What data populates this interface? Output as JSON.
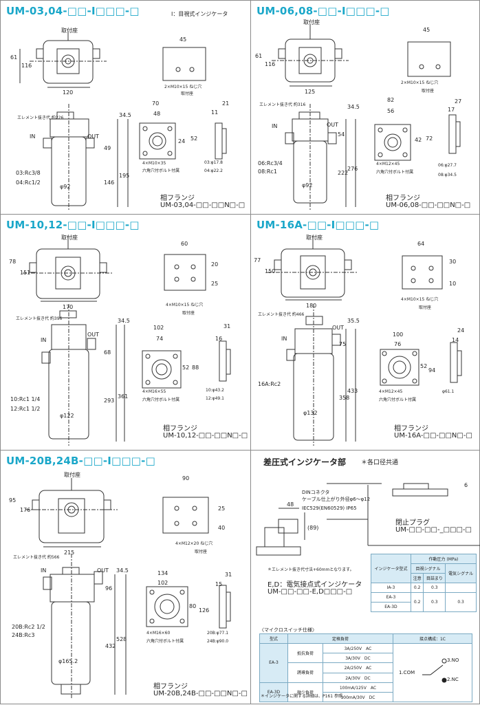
{
  "indicator_note": "I：目視式インジケータ",
  "panels": [
    {
      "title": "UM-03,04-□□-I□□□-□",
      "flange_label": "相フランジ",
      "flange_model": "UM-03,04-□□-□□N□-□",
      "dims": {
        "top_w": "120",
        "top_h1": "61",
        "top_h2": "116",
        "flange_w": "45",
        "bolt": "2×M10×15 ねじ穴",
        "mount": "取付座",
        "f_w1": "70",
        "f_w2": "48",
        "f_h1": "24",
        "f_h2": "52",
        "f_d1": "21",
        "f_d2": "11",
        "bolt2": "4×M10×35",
        "bolt2_note": "六角穴付ボルト付属",
        "h1": "34.5",
        "h2": "49",
        "h3": "195",
        "h4": "146",
        "dia": "φ92",
        "pipe1": "03:Rc3/8",
        "pipe2": "04:Rc1/2",
        "bore1": "03:φ17.8",
        "bore2": "04:φ22.2",
        "elem": "エレメント抜き代 約226",
        "in": "IN",
        "out": "OUT"
      }
    },
    {
      "title": "UM-06,08-□□-I□□□-□",
      "flange_label": "相フランジ",
      "flange_model": "UM-06,08-□□-□□N□-□",
      "dims": {
        "top_w": "125",
        "top_h1": "61",
        "top_h2": "116",
        "flange_w": "45",
        "bolt": "2×M10×15 ねじ穴",
        "mount": "取付座",
        "f_w1": "82",
        "f_w2": "56",
        "f_h1": "42",
        "f_h2": "72",
        "f_d1": "27",
        "f_d2": "17",
        "bolt2": "4×M12×45",
        "bolt2_note": "六角穴付ボルト付属",
        "h1": "34.5",
        "h2": "54",
        "h3": "276",
        "h4": "222",
        "dia": "φ92",
        "pipe1": "06:Rc3/4",
        "pipe2": "08:Rc1",
        "bore1": "06:φ27.7",
        "bore2": "08:φ34.5",
        "elem": "エレメント抜き代 約316",
        "in": "IN",
        "out": "OUT"
      }
    },
    {
      "title": "UM-10,12-□□-I□□□-□",
      "flange_label": "相フランジ",
      "flange_model": "UM-10,12-□□-□□N□-□",
      "dims": {
        "top_w": "170",
        "top_h1": "78",
        "top_h2": "151",
        "flange_w": "60",
        "fh1": "20",
        "fh2": "25",
        "bolt": "4×M10×15 ねじ穴",
        "mount": "取付座",
        "f_w1": "102",
        "f_w2": "74",
        "f_h1": "52",
        "f_h2": "88",
        "f_d1": "31",
        "f_d2": "16",
        "bolt2": "4×M16×55",
        "bolt2_note": "六角穴付ボルト付属",
        "h1": "34.5",
        "h2": "68",
        "h3": "361",
        "h4": "293",
        "dia": "φ122",
        "pipe1": "10:Rc1 1/4",
        "pipe2": "12:Rc1 1/2",
        "bore1": "10:φ43.2",
        "bore2": "12:φ49.1",
        "elem": "エレメント抜き代 約396",
        "in": "IN",
        "out": "OUT"
      }
    },
    {
      "title": "UM-16A-□□-I□□□-□",
      "flange_label": "相フランジ",
      "flange_model": "UM-16A-□□-□□N□-□",
      "dims": {
        "top_w": "180",
        "top_h1": "77",
        "top_h2": "150",
        "flange_w": "64",
        "fh1": "30",
        "fh2": "10",
        "bolt": "4×M10×15 ねじ穴",
        "mount": "取付座",
        "f_w1": "100",
        "f_w2": "76",
        "f_h1": "52",
        "f_h2": "94",
        "f_d1": "24",
        "f_d2": "14",
        "bolt2": "4×M12×45",
        "bolt2_note": "六角穴付ボルト付属",
        "h1": "35.5",
        "h2": "75",
        "h3": "433",
        "h4": "358",
        "dia": "φ132",
        "pipe1": "16A:Rc2",
        "bore1": "φ61.1",
        "elem": "エレメント抜き代 約466",
        "in": "IN",
        "out": "OUT"
      }
    },
    {
      "title": "UM-20B,24B-□□-I□□□-□",
      "flange_label": "相フランジ",
      "flange_model": "UM-20B,24B-□□-□□N□-□",
      "dims": {
        "top_w": "215",
        "top_h1": "95",
        "top_h2": "176",
        "flange_w": "90",
        "fh1": "25",
        "fh2": "40",
        "bolt": "4×M12×20 ねじ穴",
        "mount": "取付座",
        "f_w1": "134",
        "f_w2": "102",
        "f_h1": "80",
        "f_h2": "126",
        "f_d1": "31",
        "f_d2": "15",
        "bolt2": "4×M16×60",
        "bolt2_note": "六角穴付ボルト付属",
        "h1": "34.5",
        "h2": "96",
        "h3": "528",
        "h4": "432",
        "dia": "φ165.2",
        "pipe1": "20B:Rc2 1/2",
        "pipe2": "24B:Rc3",
        "bore1": "20B:φ77.1",
        "bore2": "24B:φ90.0",
        "elem": "エレメント抜き代 約566",
        "in": "IN",
        "out": "OUT"
      }
    }
  ],
  "diff": {
    "title": "差圧式インジケータ部",
    "common": "＊各口径共通",
    "din1": "DINコネクタ",
    "din2": "ケーブル仕上がり外径φ6～φ12",
    "din3": "IEC529(EN60529) IP65",
    "d48": "48",
    "d89": "(89)",
    "note_elem": "＊エレメント抜き代寸法+60mmとなります。",
    "ed_title": "E,D：電気接点式インジケータ",
    "ed_model": "UM-□□-□□-E,D□□□-□",
    "plug_title": "閉止プラグ",
    "plug_model": "UM-□□-□□-_□□□-□",
    "d6": "6"
  },
  "pressure_table": {
    "h_type": "インジケータ型式",
    "h_pressure": "作動圧力 (MPa)",
    "h_visual": "目視シグナル",
    "h_elec": "電気シグナル",
    "h_caution": "注意",
    "h_clog": "目詰まり",
    "rows": [
      {
        "type": "IA-3",
        "caution": "0.2",
        "clog": "0.3",
        "elec": ""
      },
      {
        "type": "EA-3",
        "caution": "0.2",
        "clog": "0.3",
        "elec": "0.3"
      },
      {
        "type": "EA-3D",
        "caution": "",
        "clog": "",
        "elec": ""
      }
    ]
  },
  "switch": {
    "title": "〈マイクロスイッチ仕様〉",
    "h_type": "型式",
    "h_load": "定格負荷",
    "h_contact": "接点構成：1C",
    "rows": [
      {
        "type": "EA-3",
        "kind": "抵抗負荷",
        "v1": "3A/250V　AC",
        "v2": "3A/30V　DC"
      },
      {
        "type": "",
        "kind": "誘導負荷",
        "v1": "2A/250V　AC",
        "v2": "2A/30V　DC"
      },
      {
        "type": "EA-3D",
        "kind": "微少負荷",
        "v1": "100mA/125V　AC",
        "v2": "100mA/30V　DC"
      }
    ],
    "c1": "1.COM",
    "c2": "2.NC",
    "c3": "3.NO",
    "footnote": "＊インジケータに関する詳細は、P161 参照。"
  }
}
